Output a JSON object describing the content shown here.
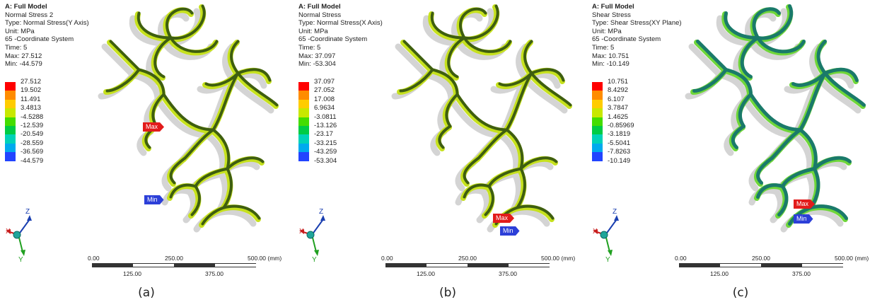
{
  "colors": {
    "legend": [
      "#ff0000",
      "#ff8c00",
      "#ffcc00",
      "#c8e800",
      "#44dd00",
      "#00cc44",
      "#00d2b8",
      "#00aaee",
      "#2244ff",
      "#0000ff"
    ],
    "structure_dark": "#3e5e10",
    "structure_light": "#c6e11e",
    "structure_teal": "#1a7a6a",
    "shadow": "#d4d4d4",
    "max_tag": "#e21b1b",
    "min_tag": "#2c3fd8",
    "axis_x": "#c81e1e",
    "axis_y": "#20a020",
    "axis_z": "#1a3fb0"
  },
  "icons": [
    "coordinate-triad-icon"
  ],
  "panels": [
    {
      "model": "A: Full Model",
      "result": "Normal Stress 2",
      "type": "Type: Normal Stress(Y Axis)",
      "unit": "Unit: MPa",
      "cs": "65 -Coordinate System",
      "time": "Time: 5",
      "max": "Max: 27.512",
      "min": "Min: -44.579",
      "legend_values": [
        "27.512",
        "19.502",
        "11.491",
        "3.4813",
        "-4.5288",
        "-12.539",
        "-20.549",
        "-28.559",
        "-36.569",
        "-44.579"
      ],
      "max_tag": "Max",
      "min_tag": "Min",
      "caption": "(a)"
    },
    {
      "model": "A: Full Model",
      "result": "Normal Stress",
      "type": "Type: Normal Stress(X Axis)",
      "unit": "Unit: MPa",
      "cs": "65 -Coordinate System",
      "time": "Time: 5",
      "max": "Max: 37.097",
      "min": "Min: -53.304",
      "legend_values": [
        "37.097",
        "27.052",
        "17.008",
        "6.9634",
        "-3.0811",
        "-13.126",
        "-23.17",
        "-33.215",
        "-43.259",
        "-53.304"
      ],
      "max_tag": "Max",
      "min_tag": "Min",
      "caption": "(b)"
    },
    {
      "model": "A: Full Model",
      "result": "Shear Stress",
      "type": "Type: Shear Stress(XY Plane)",
      "unit": "Unit: MPa",
      "cs": "65 -Coordinate System",
      "time": "Time: 5",
      "max": "Max: 10.751",
      "min": "Min: -10.149",
      "legend_values": [
        "10.751",
        "8.4292",
        "6.107",
        "3.7847",
        "1.4625",
        "-0.85969",
        "-3.1819",
        "-5.5041",
        "-7.8263",
        "-10.149"
      ],
      "max_tag": "Max",
      "min_tag": "Min",
      "caption": "(c)"
    }
  ],
  "scale": {
    "top": [
      "0.00",
      "250.00",
      "500.00 (mm)"
    ],
    "bottom": [
      "125.00",
      "375.00"
    ]
  },
  "axes": {
    "x": "X",
    "y": "Y",
    "z": "Z"
  }
}
